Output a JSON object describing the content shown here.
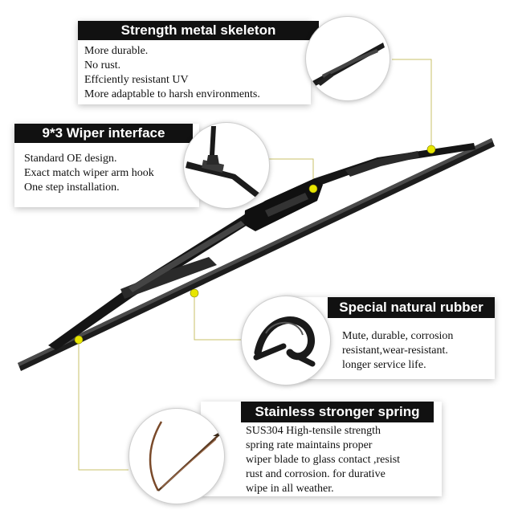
{
  "features": [
    {
      "title": "Strength metal skeleton",
      "lines": [
        "More durable.",
        "No rust.",
        "Effciently resistant UV",
        "More adaptable to harsh environments."
      ]
    },
    {
      "title": "9*3 Wiper interface",
      "lines": [
        "Standard OE design.",
        "Exact match wiper arm hook",
        "One step installation."
      ]
    },
    {
      "title": "Special natural rubber",
      "lines": [
        "Mute, durable, corrosion",
        "resistant,wear-resistant.",
        "longer service life."
      ]
    },
    {
      "title": "Stainless stronger spring",
      "lines": [
        "SUS304 High-tensile strength",
        "spring rate maintains proper",
        "wiper blade to glass contact ,resist",
        "rust and corrosion. for durative",
        "wipe in all weather."
      ]
    }
  ],
  "colors": {
    "accent": "#e8e600",
    "leader": "#c9c26a",
    "bar": "#111111"
  }
}
